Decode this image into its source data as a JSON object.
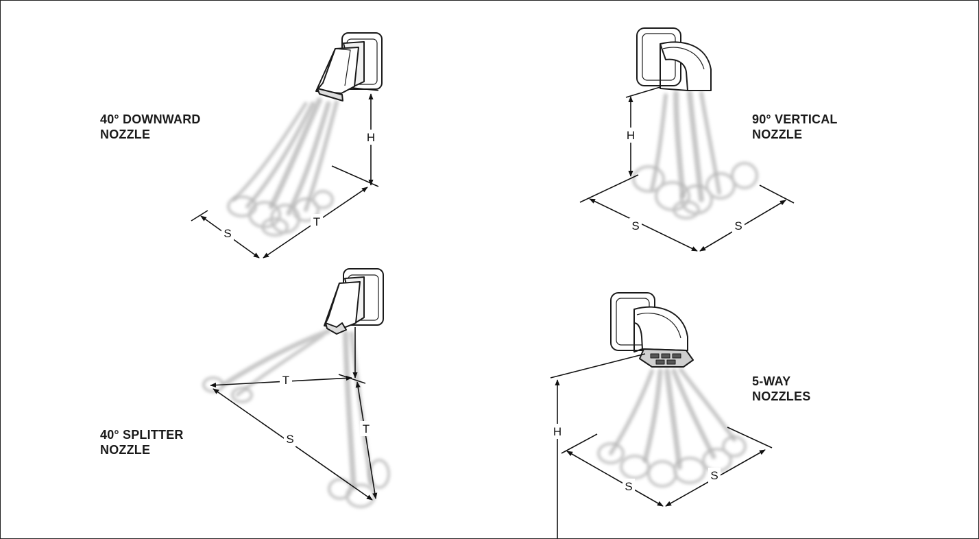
{
  "panels": {
    "downward": {
      "title_line1": "40° DOWNWARD",
      "title_line2": "NOZZLE",
      "dims": {
        "h": "H",
        "t": "T",
        "s": "S"
      }
    },
    "vertical": {
      "title_line1": "90° VERTICAL",
      "title_line2": "NOZZLE",
      "dims": {
        "h": "H",
        "s1": "S",
        "s2": "S"
      }
    },
    "splitter": {
      "title_line1": "40° SPLITTER",
      "title_line2": "NOZZLE",
      "dims": {
        "t1": "T",
        "t2": "T",
        "s": "S"
      }
    },
    "fiveway": {
      "title_line1": "5-WAY",
      "title_line2": "NOZZLES",
      "dims": {
        "h": "H",
        "s1": "S",
        "s2": "S"
      }
    }
  }
}
